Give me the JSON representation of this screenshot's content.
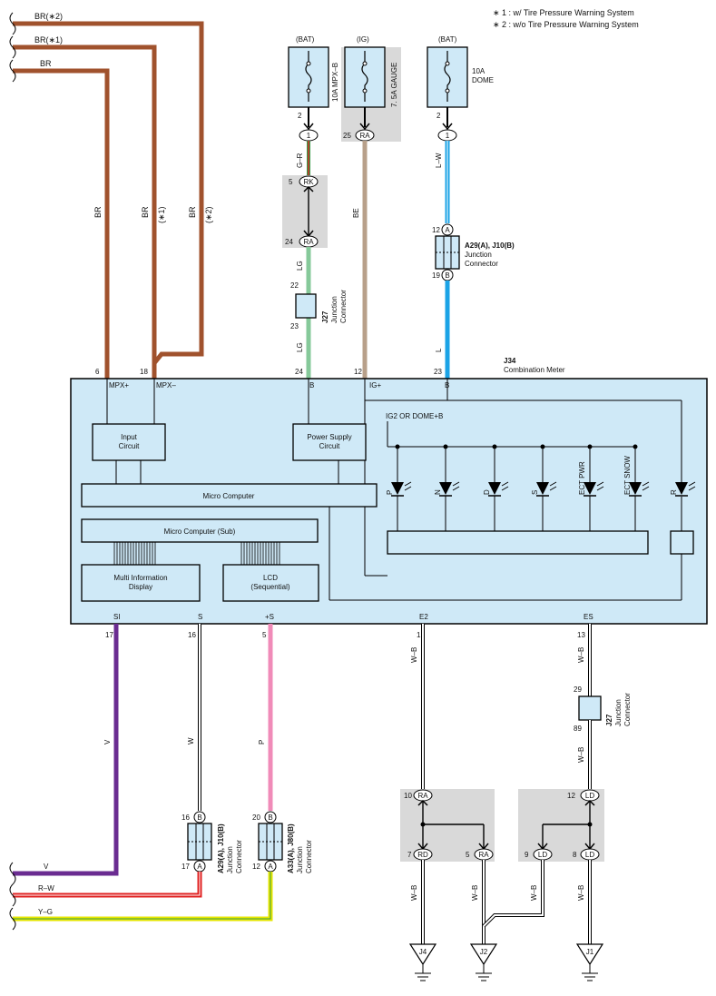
{
  "notes": {
    "n1": "∗ 1 : w/ Tire Pressure Warning System",
    "n2": "∗ 2 : w/o Tire Pressure Warning System"
  },
  "left_wires": {
    "br2": "BR(∗2)",
    "br1": "BR(∗1)",
    "br": "BR"
  },
  "vertical_labels": {
    "br": "BR",
    "br1a": "BR",
    "br1b": "(∗1)",
    "br2a": "BR",
    "br2b": "(∗2)"
  },
  "fuses": {
    "mpx": {
      "source": "(BAT)",
      "name": "10A MPX–B",
      "pin": "2",
      "conn": "1"
    },
    "gauge": {
      "source": "(IG)",
      "name": "7. 5A GAUGE",
      "pin": "25",
      "conn": "RA"
    },
    "dome": {
      "source": "(BAT)",
      "name_a": "10A",
      "name_b": "DOME",
      "pin": "2",
      "conn": "1"
    }
  },
  "wire_labels": {
    "gr": "G–R",
    "lg1": "LG",
    "lg2": "LG",
    "be": "BE",
    "lw": "L–W",
    "l": "L"
  },
  "rk_block": {
    "top_pin": "5",
    "top_conn": "RK",
    "bot_pin": "24",
    "bot_conn": "RA"
  },
  "j27_top": {
    "pin_top": "22",
    "pin_bot": "23",
    "code": "J27",
    "desc1": "Junction",
    "desc2": "Connector"
  },
  "a29_top": {
    "pin_top": "12",
    "conn_top": "A",
    "pin_bot": "19",
    "conn_bot": "B",
    "code": "A29(A), J10(B)",
    "desc1": "Junction",
    "desc2": "Connector"
  },
  "meter": {
    "code": "J34",
    "name": "Combination Meter",
    "top_pins": {
      "p6": "6",
      "p18": "18",
      "p24": "24",
      "p12": "12",
      "p23": "23"
    },
    "top_terms": {
      "mpxp": "MPX+",
      "mpxm": "MPX–",
      "b1": "B",
      "igp": "IG+",
      "b2": "B"
    },
    "input_a": "Input",
    "input_b": "Circuit",
    "power_a": "Power Supply",
    "power_b": "Circuit",
    "ig_label": "IG2 OR DOME+B",
    "micro": "Micro Computer",
    "micro_sub": "Micro Computer (Sub)",
    "mid_a": "Multi Information",
    "mid_b": "Display",
    "lcd_a": "LCD",
    "lcd_b": "(Sequential)",
    "leds": [
      "P",
      "N",
      "D",
      "S",
      "ECT PWR",
      "ECT SNOW",
      "R"
    ],
    "bottom_terms": {
      "si": "SI",
      "s": "S",
      "ps": "+S",
      "e2": "E2",
      "es": "ES"
    },
    "bottom_pins": {
      "p17": "17",
      "p16": "16",
      "p5": "5",
      "p1": "1",
      "p13": "13"
    }
  },
  "bottom_wire_labels": {
    "v": "V",
    "w": "W",
    "p": "P",
    "wb1": "W–B",
    "wb2": "W–B",
    "wb3": "W–B",
    "wb4": "W–B",
    "wb5": "W–B",
    "wb6": "W–B",
    "wb7": "W–B"
  },
  "a29_bottom": {
    "pin_top": "16",
    "conn_top": "B",
    "pin_bot": "17",
    "conn_bot": "A",
    "code": "A29(A), J10(B)",
    "desc1": "Junction",
    "desc2": "Connector"
  },
  "a33_bottom": {
    "pin_top": "20",
    "conn_top": "B",
    "pin_bot": "12",
    "conn_bot": "A",
    "code": "A33(A), J80(B)",
    "desc1": "Junction",
    "desc2": "Connector"
  },
  "j27_bottom": {
    "pin_top": "29",
    "pin_bot": "89",
    "code": "J27",
    "desc1": "Junction",
    "desc2": "Connector"
  },
  "ra_block": {
    "top_pin": "10",
    "top_conn": "RA",
    "bl_pin": "7",
    "bl_conn": "RD",
    "br_pin": "5",
    "br_conn": "RA"
  },
  "ld_block": {
    "top_pin": "12",
    "top_conn": "LD",
    "bl_pin": "9",
    "bl_conn": "LD",
    "br_pin": "8",
    "br_conn": "LD"
  },
  "bottom_left_wires": {
    "v": "V",
    "rw": "R–W",
    "yg": "Y–G"
  },
  "grounds": {
    "j4": "J4",
    "j2": "J2",
    "j1": "J1"
  },
  "colors": {
    "br": "#a0522d",
    "green": "#86c99a",
    "be": "#b8a08a",
    "blue": "#1ba3e6",
    "purple": "#6a2c91",
    "pink": "#f08bb8",
    "red": "#e02020",
    "yellow": "#e6e600",
    "meter_fill": "#cfe9f7",
    "block_grey": "#d9d9d9"
  }
}
